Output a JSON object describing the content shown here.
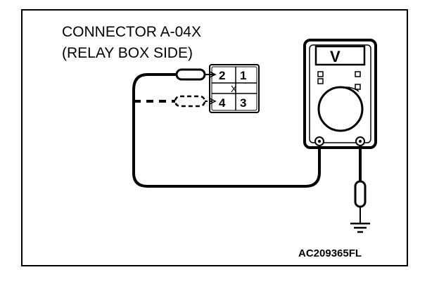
{
  "diagram": {
    "title_line1": "CONNECTOR A-04X",
    "title_line2": "(RELAY BOX SIDE)",
    "figure_code": "AC209365FL",
    "connector": {
      "pins": [
        "2",
        "1",
        "4",
        "3"
      ],
      "center_mark": "X"
    },
    "meter": {
      "display_symbol": "V",
      "mode": "voltage"
    },
    "probe_red_color": "#000000",
    "probe_black_color": "#000000"
  }
}
